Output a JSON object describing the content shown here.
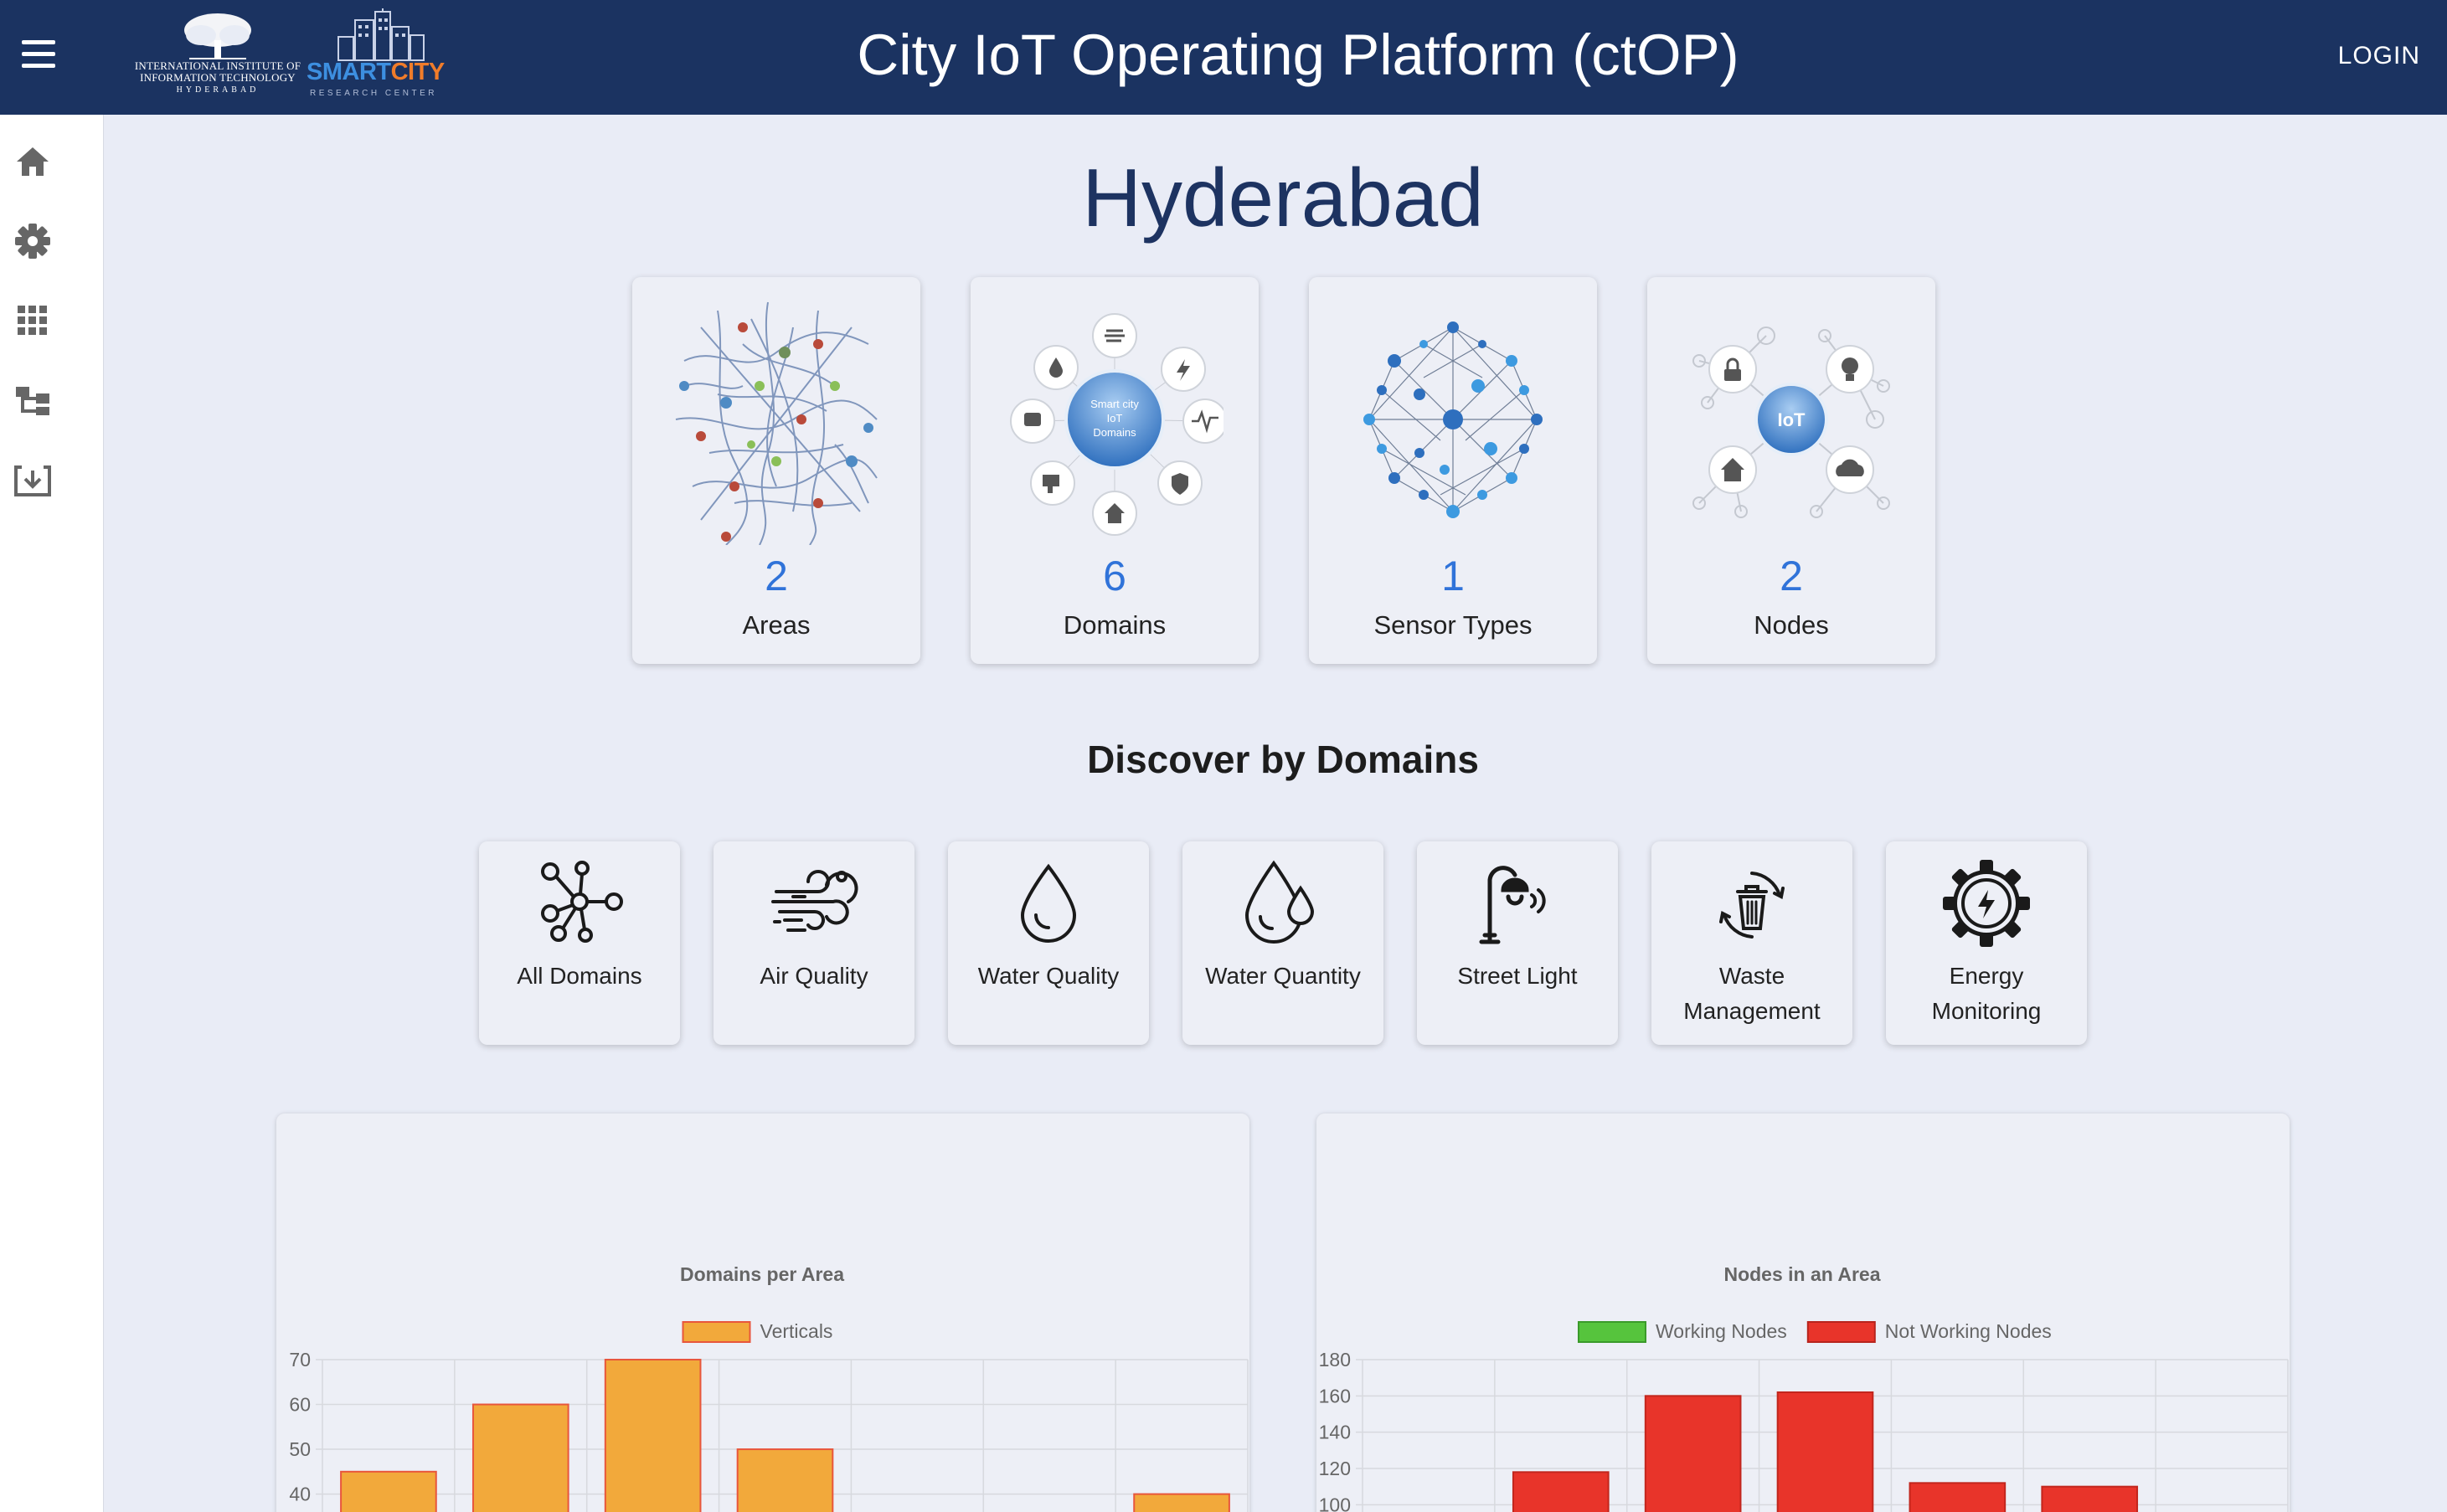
{
  "header": {
    "title": "City IoT Operating Platform (ctOP)",
    "login_label": "LOGIN",
    "logo_iiit_line1": "INTERNATIONAL INSTITUTE OF",
    "logo_iiit_line2": "INFORMATION TECHNOLOGY",
    "logo_iiit_line3": "HYDERABAD",
    "logo_sc_smart": "SMART",
    "logo_sc_city": "CITY",
    "logo_sc_sub": "RESEARCH CENTER",
    "colors": {
      "bar": "#1b3361",
      "smart": "#3d8fe0",
      "city": "#f07c2a"
    }
  },
  "sidebar": {
    "items": [
      {
        "icon": "home-icon"
      },
      {
        "icon": "gear-icon"
      },
      {
        "icon": "apps-grid-icon"
      },
      {
        "icon": "hierarchy-icon"
      },
      {
        "icon": "download-icon"
      }
    ]
  },
  "city": {
    "name": "Hyderabad"
  },
  "stats": [
    {
      "value": "2",
      "label": "Areas",
      "image": "city-map-image"
    },
    {
      "value": "6",
      "label": "Domains",
      "image": "smart-city-domains-image",
      "center_text": [
        "Smart city",
        "IoT",
        "Domains"
      ]
    },
    {
      "value": "1",
      "label": "Sensor Types",
      "image": "sensor-network-image"
    },
    {
      "value": "2",
      "label": "Nodes",
      "image": "iot-nodes-image",
      "center_text": "IoT"
    }
  ],
  "discover": {
    "title": "Discover by Domains",
    "domains": [
      {
        "label": "All Domains",
        "icon": "network-nodes-icon"
      },
      {
        "label": "Air Quality",
        "icon": "wind-icon"
      },
      {
        "label": "Water Quality",
        "icon": "water-drop-icon"
      },
      {
        "label": "Water Quantity",
        "icon": "water-drops-icon"
      },
      {
        "label": "Street Light",
        "icon": "street-light-icon"
      },
      {
        "label": "Waste Management",
        "label_lines": [
          "Waste",
          "Management"
        ],
        "icon": "recycle-bin-icon"
      },
      {
        "label": "Energy Monitoring",
        "label_lines": [
          "Energy",
          "Monitoring"
        ],
        "icon": "energy-gear-icon"
      }
    ]
  },
  "chart_data": [
    {
      "type": "bar",
      "title": "Domains per Area",
      "series": [
        {
          "name": "Verticals",
          "values": [
            45,
            60,
            70,
            50,
            null,
            null,
            40
          ],
          "color": "#f2a93b",
          "border": "#e8563c"
        }
      ],
      "yticks": [
        70,
        60,
        50,
        40
      ],
      "ylim_visible": [
        36,
        70
      ],
      "grid": true,
      "legend": "top"
    },
    {
      "type": "bar",
      "title": "Nodes in an Area",
      "series": [
        {
          "name": "Working Nodes",
          "values": [],
          "color": "#56c43d"
        },
        {
          "name": "Not Working Nodes",
          "values": [
            null,
            118,
            160,
            162,
            112,
            110,
            null
          ],
          "color": "#e8342a"
        }
      ],
      "yticks": [
        180,
        160,
        140,
        120,
        100
      ],
      "ylim_visible": [
        96,
        180
      ],
      "grid": true,
      "legend": "top"
    }
  ]
}
